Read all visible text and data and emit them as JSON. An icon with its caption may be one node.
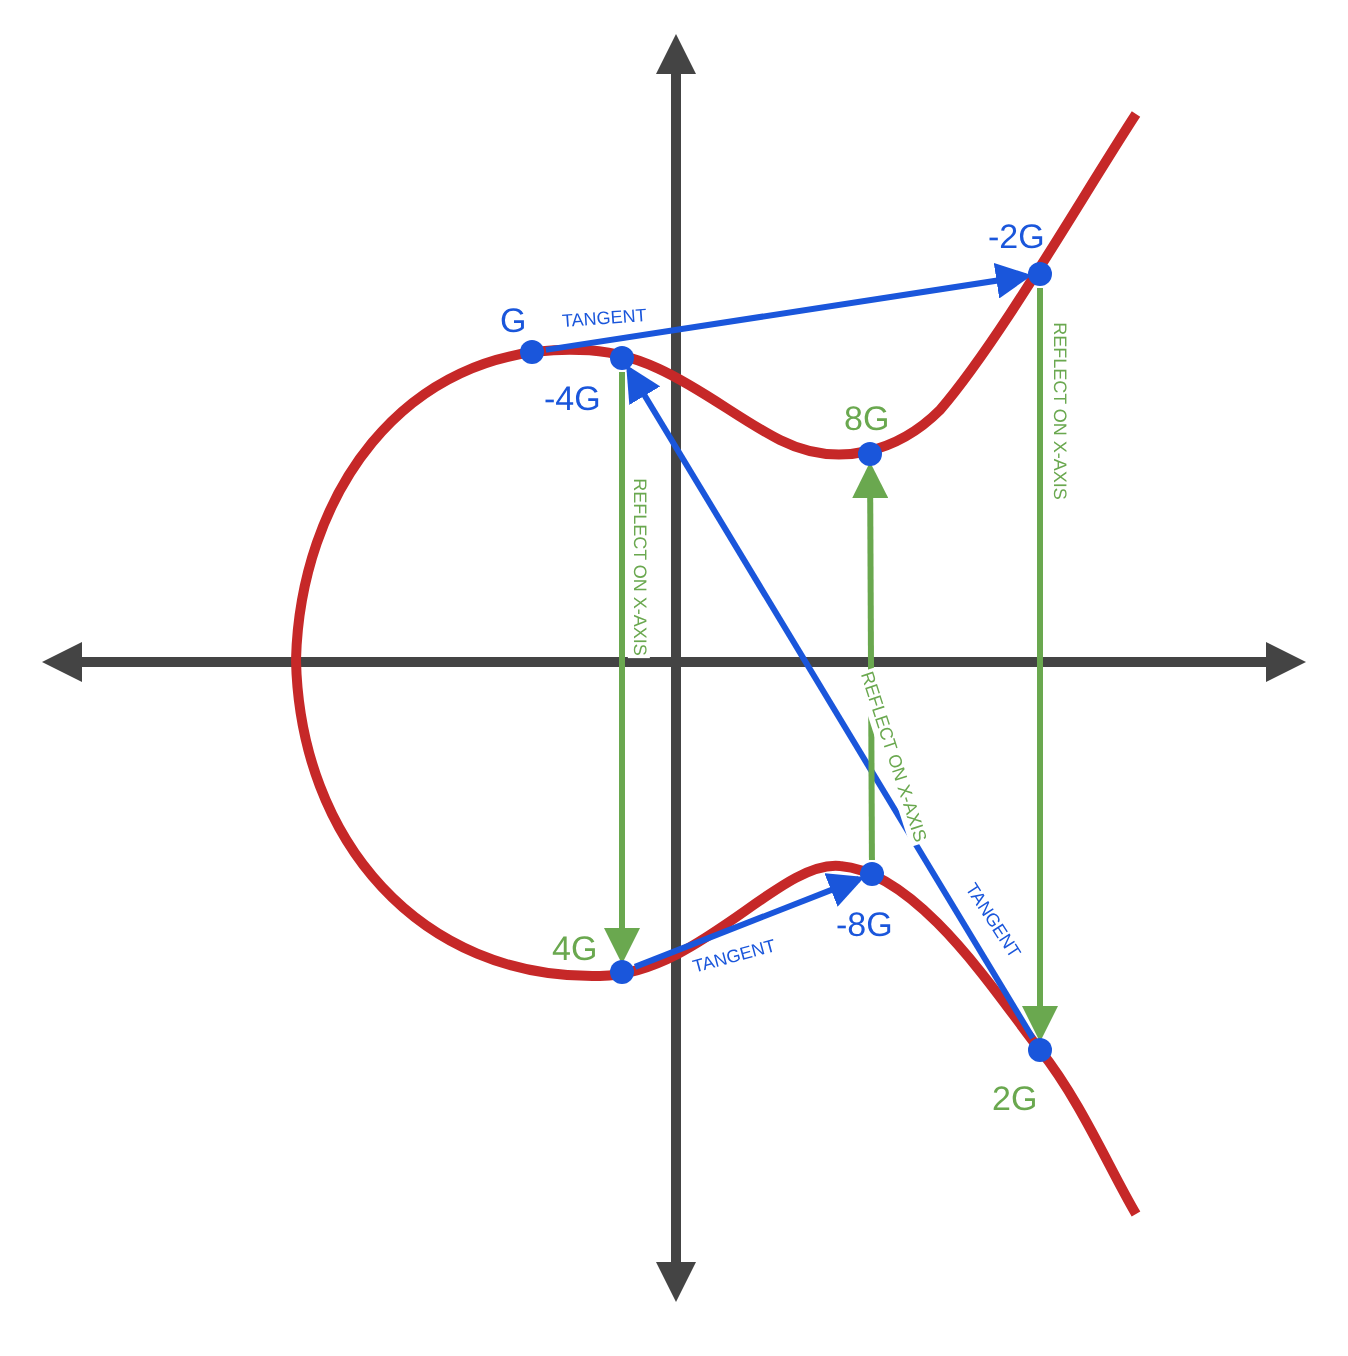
{
  "diagram": {
    "nodes": [
      {
        "text": [
          "G"
        ]
      },
      {
        "text": [
          "-2G"
        ]
      },
      {
        "text": [
          "-4G"
        ]
      },
      {
        "text": [
          "8G"
        ]
      },
      {
        "text": [
          "4G"
        ]
      },
      {
        "text": [
          "-8G"
        ]
      },
      {
        "text": [
          "2G"
        ]
      }
    ],
    "edges": [
      {
        "from": 0,
        "to": 1,
        "arrow": "to",
        "label": "TANGENT",
        "color": "#1a56db"
      },
      {
        "from": 1,
        "to": 6,
        "arrow": "to",
        "label": "REFLECT ON X-AXIS",
        "color": "#6aa84f"
      },
      {
        "from": 6,
        "to": 2,
        "arrow": "to",
        "label": "TANGENT",
        "color": "#1a56db"
      },
      {
        "from": 2,
        "to": 4,
        "arrow": "to",
        "label": "REFLECT ON X-AXIS",
        "color": "#6aa84f"
      },
      {
        "from": 4,
        "to": 5,
        "arrow": "to",
        "label": "TANGENT",
        "color": "#1a56db"
      },
      {
        "from": 5,
        "to": 3,
        "arrow": "to",
        "label": "REFLECT ON X-AXIS",
        "color": "#6aa84f"
      }
    ]
  }
}
